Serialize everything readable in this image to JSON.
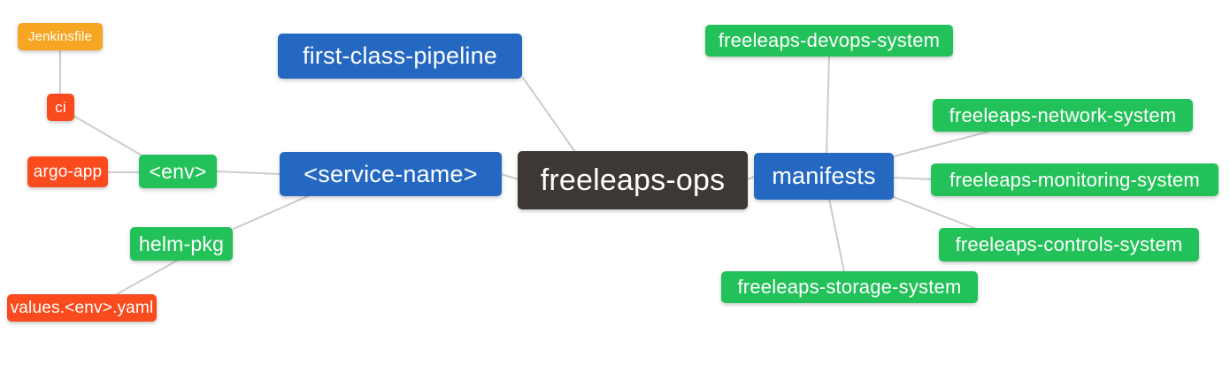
{
  "palette": {
    "root_bg": "#3d3835",
    "branch_bg": "#2568c2",
    "sub_branch_bg": "#23c159",
    "leaf_bg": "#f94b1d",
    "file_bg": "#f6a623",
    "edge": "#cccccc",
    "node_text": "#ffffff",
    "canvas_bg": "#ffffff"
  },
  "nodes": {
    "root": {
      "label": "freeleaps-ops"
    },
    "first_class_pipeline": {
      "label": "first-class-pipeline"
    },
    "service_name": {
      "label": "<service-name>"
    },
    "manifests": {
      "label": "manifests"
    },
    "env": {
      "label": "<env>"
    },
    "helm_pkg": {
      "label": "helm-pkg"
    },
    "ci": {
      "label": "ci"
    },
    "argo_app": {
      "label": "argo-app"
    },
    "jenkinsfile": {
      "label": "Jenkinsfile"
    },
    "values_env_yaml": {
      "label": "values.<env>.yaml"
    },
    "devops_system": {
      "label": "freeleaps-devops-system"
    },
    "network_system": {
      "label": "freeleaps-network-system"
    },
    "monitoring_system": {
      "label": "freeleaps-monitoring-system"
    },
    "controls_system": {
      "label": "freeleaps-controls-system"
    },
    "storage_system": {
      "label": "freeleaps-storage-system"
    }
  },
  "edges": [
    {
      "from": "jenkinsfile",
      "to": "ci"
    },
    {
      "from": "ci",
      "to": "env"
    },
    {
      "from": "argo_app",
      "to": "env"
    },
    {
      "from": "env",
      "to": "service_name"
    },
    {
      "from": "helm_pkg",
      "to": "service_name"
    },
    {
      "from": "values_env_yaml",
      "to": "helm_pkg"
    },
    {
      "from": "service_name",
      "to": "root"
    },
    {
      "from": "first_class_pipeline",
      "to": "root"
    },
    {
      "from": "root",
      "to": "manifests"
    },
    {
      "from": "manifests",
      "to": "devops_system"
    },
    {
      "from": "manifests",
      "to": "network_system"
    },
    {
      "from": "manifests",
      "to": "monitoring_system"
    },
    {
      "from": "manifests",
      "to": "controls_system"
    },
    {
      "from": "manifests",
      "to": "storage_system"
    }
  ]
}
